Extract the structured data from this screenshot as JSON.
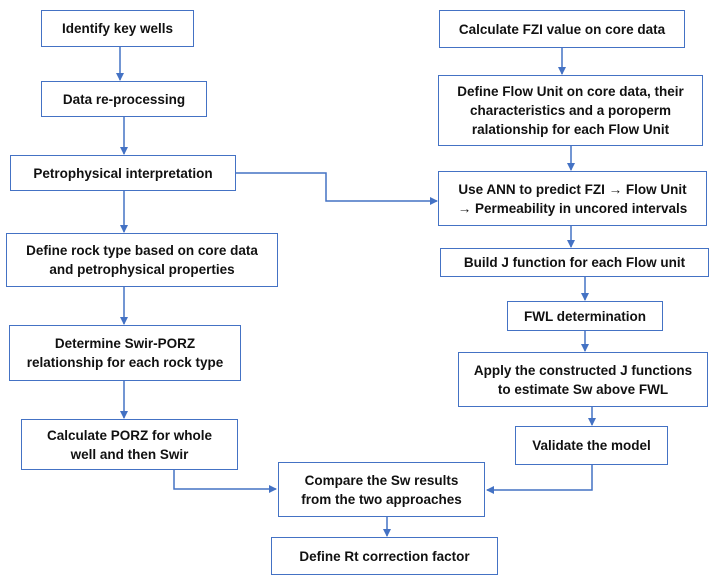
{
  "colors": {
    "box_border": "#4472C4",
    "arrow": "#4472C4",
    "text": "#111111",
    "background": "#FFFFFF"
  },
  "left_column": {
    "identify_key_wells": "Identify key wells",
    "data_reprocessing": "Data re-processing",
    "petrophysical_interpretation": "Petrophysical interpretation",
    "define_rock_type": {
      "line1": "Define rock type based on core data",
      "line2": "and petrophysical properties"
    },
    "determine_swir_porz": {
      "line1": "Determine Swir-PORZ",
      "line2": "relationship for each rock type"
    },
    "calculate_porz": {
      "line1": "Calculate PORZ for whole",
      "line2": "well and then Swir"
    }
  },
  "right_column": {
    "calculate_fzi": "Calculate FZI value on core data",
    "define_flow_unit": {
      "line1": "Define Flow Unit on core data, their",
      "line2": "characteristics and a poroperm",
      "line3": "ralationship for each Flow Unit"
    },
    "use_ann": {
      "line1": "Use ANN to predict FZI → Flow Unit",
      "line2": "→ Permeability in uncored intervals"
    },
    "build_j_function": "Build J function for each Flow unit",
    "fwl_determination": "FWL determination",
    "apply_j_functions": {
      "line1": "Apply the constructed J functions",
      "line2": "to estimate Sw above FWL"
    },
    "validate_model": "Validate the model"
  },
  "bottom": {
    "compare_sw": {
      "line1": "Compare the Sw results",
      "line2": "from the two approaches"
    },
    "define_rt": "Define Rt correction factor"
  }
}
